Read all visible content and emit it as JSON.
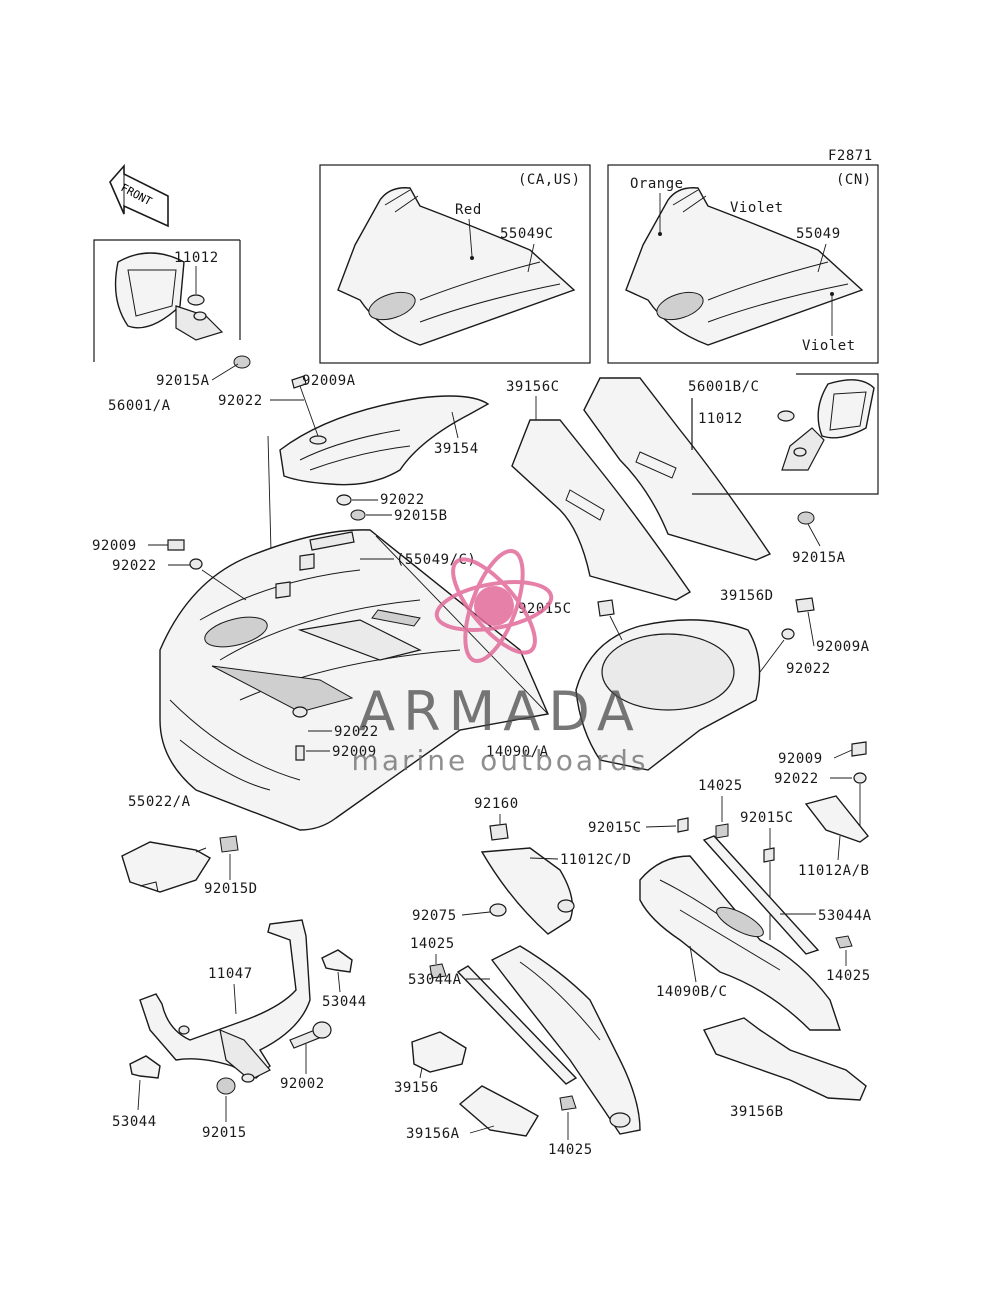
{
  "figure": {
    "code": "F2871",
    "direction_label": "FRONT"
  },
  "boxes": {
    "ca_us": {
      "title": "(CA,US)",
      "color_note": "Red",
      "part": "55049C"
    },
    "cn": {
      "title": "(CN)",
      "notes": [
        "Orange",
        "Violet",
        "Violet"
      ],
      "part": "55049"
    }
  },
  "callouts": [
    "11012",
    "92015A",
    "56001/A",
    "92009A",
    "92022",
    "39154",
    "92022",
    "92015B",
    "39156C",
    "56001B/C",
    "11012",
    "92015A",
    "39156D",
    "92009",
    "92022",
    "(55049/C)",
    "92015C",
    "92009A",
    "92022",
    "92022",
    "92009",
    "14090/A",
    "55022/A",
    "92009",
    "92022",
    "14025",
    "92015C",
    "92160",
    "92015C",
    "11012C/D",
    "11012A/B",
    "92015D",
    "92075",
    "53044A",
    "14025",
    "11047",
    "53044",
    "14025",
    "14090B/C",
    "53044A",
    "53044",
    "92002",
    "39156",
    "92015",
    "39156A",
    "14025",
    "39156B"
  ],
  "watermark": {
    "name": "ARMADA",
    "tagline": "marine outboards",
    "logo": "propeller-logo",
    "color": "#e26b9a"
  }
}
